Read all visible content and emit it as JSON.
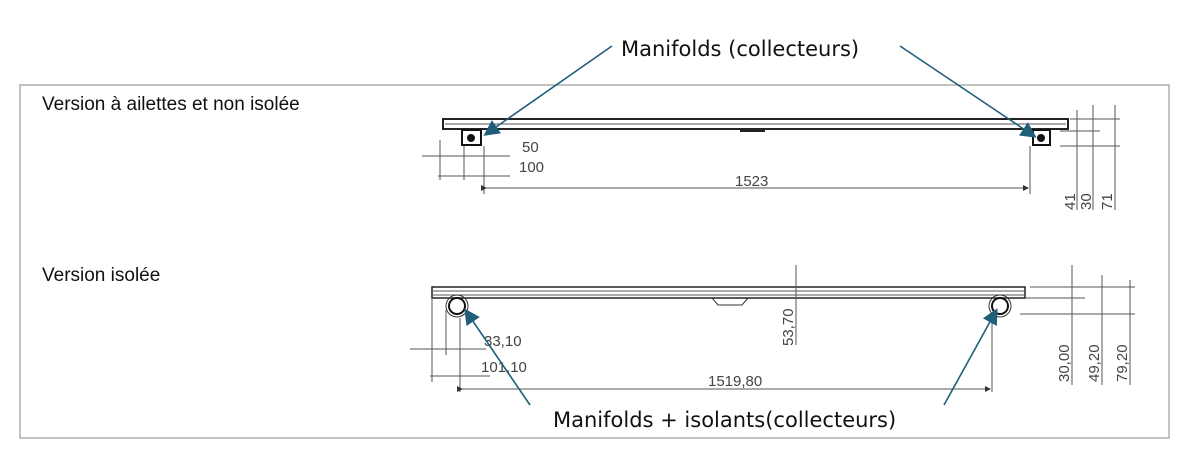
{
  "callouts": {
    "top": "Manifolds (collecteurs)",
    "bottom": "Manifolds + isolants(collecteurs)"
  },
  "sections": [
    {
      "title": "Version à ailettes et non isolée",
      "dimensions": {
        "d1": "50",
        "d2": "100",
        "length": "1523",
        "v1": "41",
        "v2": "30",
        "v3": "71"
      }
    },
    {
      "title": "Version isolée",
      "dimensions": {
        "d1": "33,10",
        "d2": "101,10",
        "length": "1519,80",
        "center": "53,70",
        "v1": "30,00",
        "v2": "49,20",
        "v3": "79,20"
      }
    }
  ],
  "colors": {
    "arrow": "#1f5f7a",
    "frame": "#9a9a9a"
  }
}
